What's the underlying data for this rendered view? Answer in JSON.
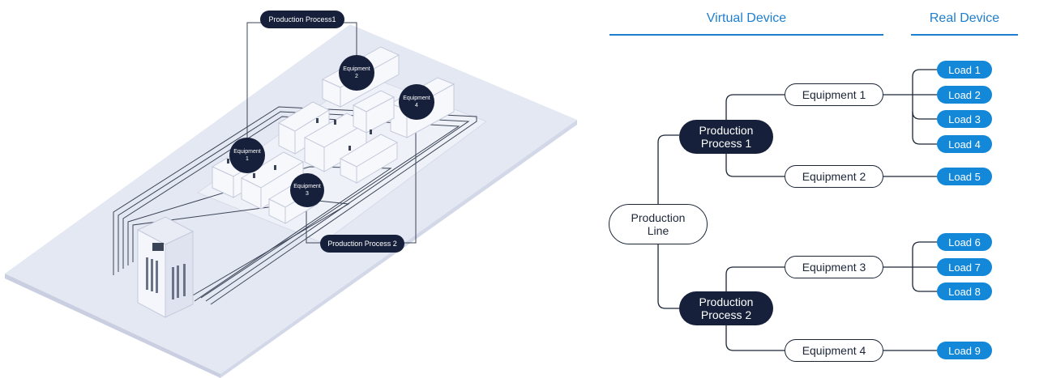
{
  "headers": {
    "virtual": "Virtual Device",
    "real": "Real Device"
  },
  "tree": {
    "line": [
      "Production",
      "Line"
    ],
    "process1": [
      "Production",
      "Process 1"
    ],
    "process2": [
      "Production",
      "Process 2"
    ],
    "equipment": [
      "Equipment 1",
      "Equipment 2",
      "Equipment 3",
      "Equipment 4"
    ],
    "loads": [
      "Load 1",
      "Load 2",
      "Load 3",
      "Load 4",
      "Load 5",
      "Load 6",
      "Load 7",
      "Load 8",
      "Load 9"
    ]
  },
  "scene": {
    "process1_label": "Production Process1",
    "process2_label": "Production Process 2",
    "eq_word": "Equipment",
    "eq_numbers": [
      "1",
      "2",
      "3",
      "4"
    ]
  },
  "colors": {
    "accent": "#1e7fd0",
    "dark": "#16203a",
    "load": "#1488d8",
    "floor": "#dde2ef"
  }
}
